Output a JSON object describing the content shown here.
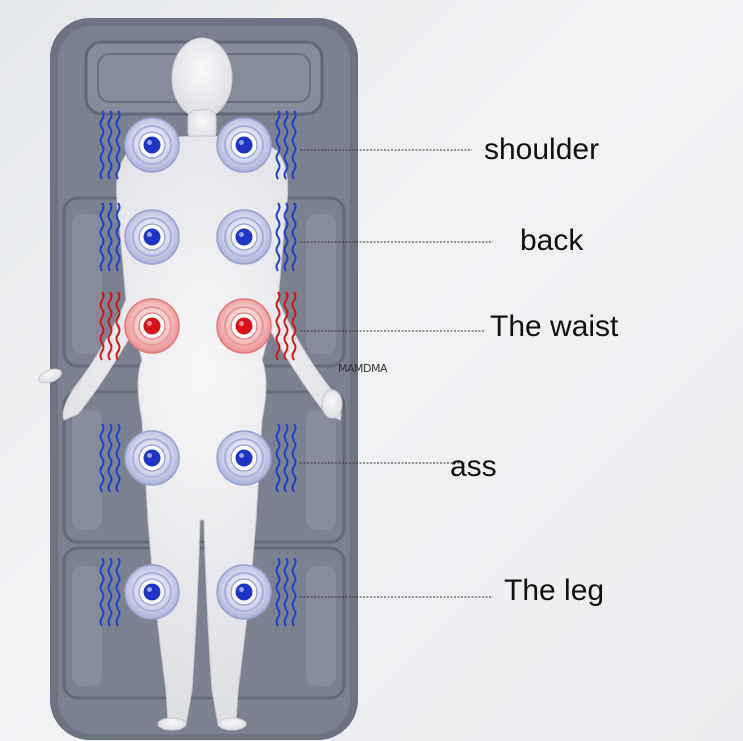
{
  "zones": [
    {
      "label": "shoulder",
      "color": "blue"
    },
    {
      "label": "back",
      "color": "blue"
    },
    {
      "label": "The waist",
      "color": "red"
    },
    {
      "label": "ass",
      "color": "blue"
    },
    {
      "label": "The leg",
      "color": "blue"
    }
  ],
  "watermark": "MAMDMA",
  "colors": {
    "mat": "#6f7585",
    "mat_inner": "#7c8292",
    "body": "#ececef",
    "blue_node": "#1e34c4",
    "red_node": "#d8141a",
    "heat_wave_blue": "#2440c8",
    "heat_wave_red": "#d01818"
  }
}
